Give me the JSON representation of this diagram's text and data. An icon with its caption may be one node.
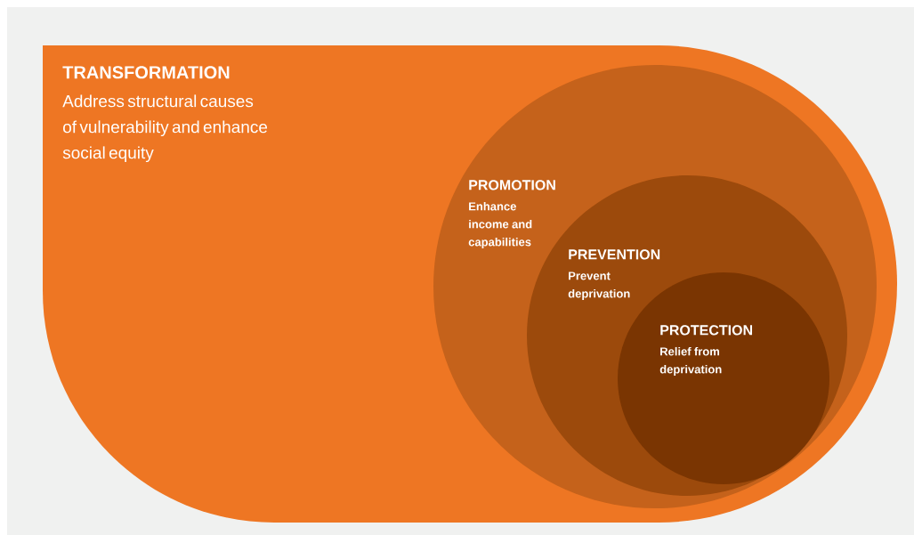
{
  "diagram": {
    "nodes": [
      {
        "text": [
          "TRANSFORMATION",
          "Address structural causes of vulnerability and enhance social equity"
        ]
      },
      {
        "text": [
          "PROMOTION",
          "Enhance income and capabilities"
        ],
        "in": 0
      },
      {
        "text": [
          "PREVENTION",
          "Prevent deprivation"
        ],
        "in": 1
      },
      {
        "text": [
          "PROTECTION",
          "Relief from deprivation"
        ],
        "in": 2
      }
    ]
  }
}
